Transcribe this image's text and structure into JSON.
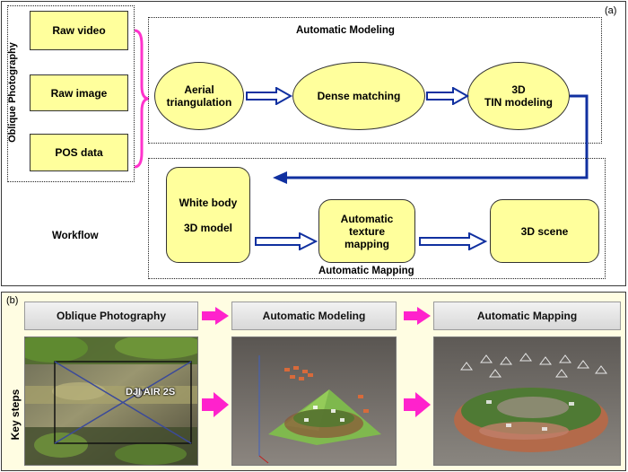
{
  "panel_a": {
    "tag": "(a)",
    "oblique_label": "Oblique Photography",
    "inputs": [
      "Raw video",
      "Raw image",
      "POS  data"
    ],
    "auto_modeling_title": "Automatic Modeling",
    "steps": [
      "Aerial\ntriangulation",
      "Dense matching",
      "3D\nTIN modeling"
    ],
    "workflow_label": "Workflow",
    "white_body": "White body\n\n3D model",
    "texture": "Automatic\ntexture\nmapping",
    "scene": "3D scene",
    "auto_mapping_title": "Automatic Mapping",
    "colors": {
      "box_fill": "#ffff9c",
      "arrow_blue": "#1030a0",
      "brace_magenta": "#ff33cc"
    }
  },
  "panel_b": {
    "tag": "(b)",
    "key_steps_label": "Key steps",
    "stages": [
      "Oblique Photography",
      "Automatic Modeling",
      "Automatic Mapping"
    ],
    "drone_label": "DJI AIR 2S",
    "colors": {
      "arrow_magenta": "#ff22cc",
      "background": "#fffde2"
    }
  }
}
